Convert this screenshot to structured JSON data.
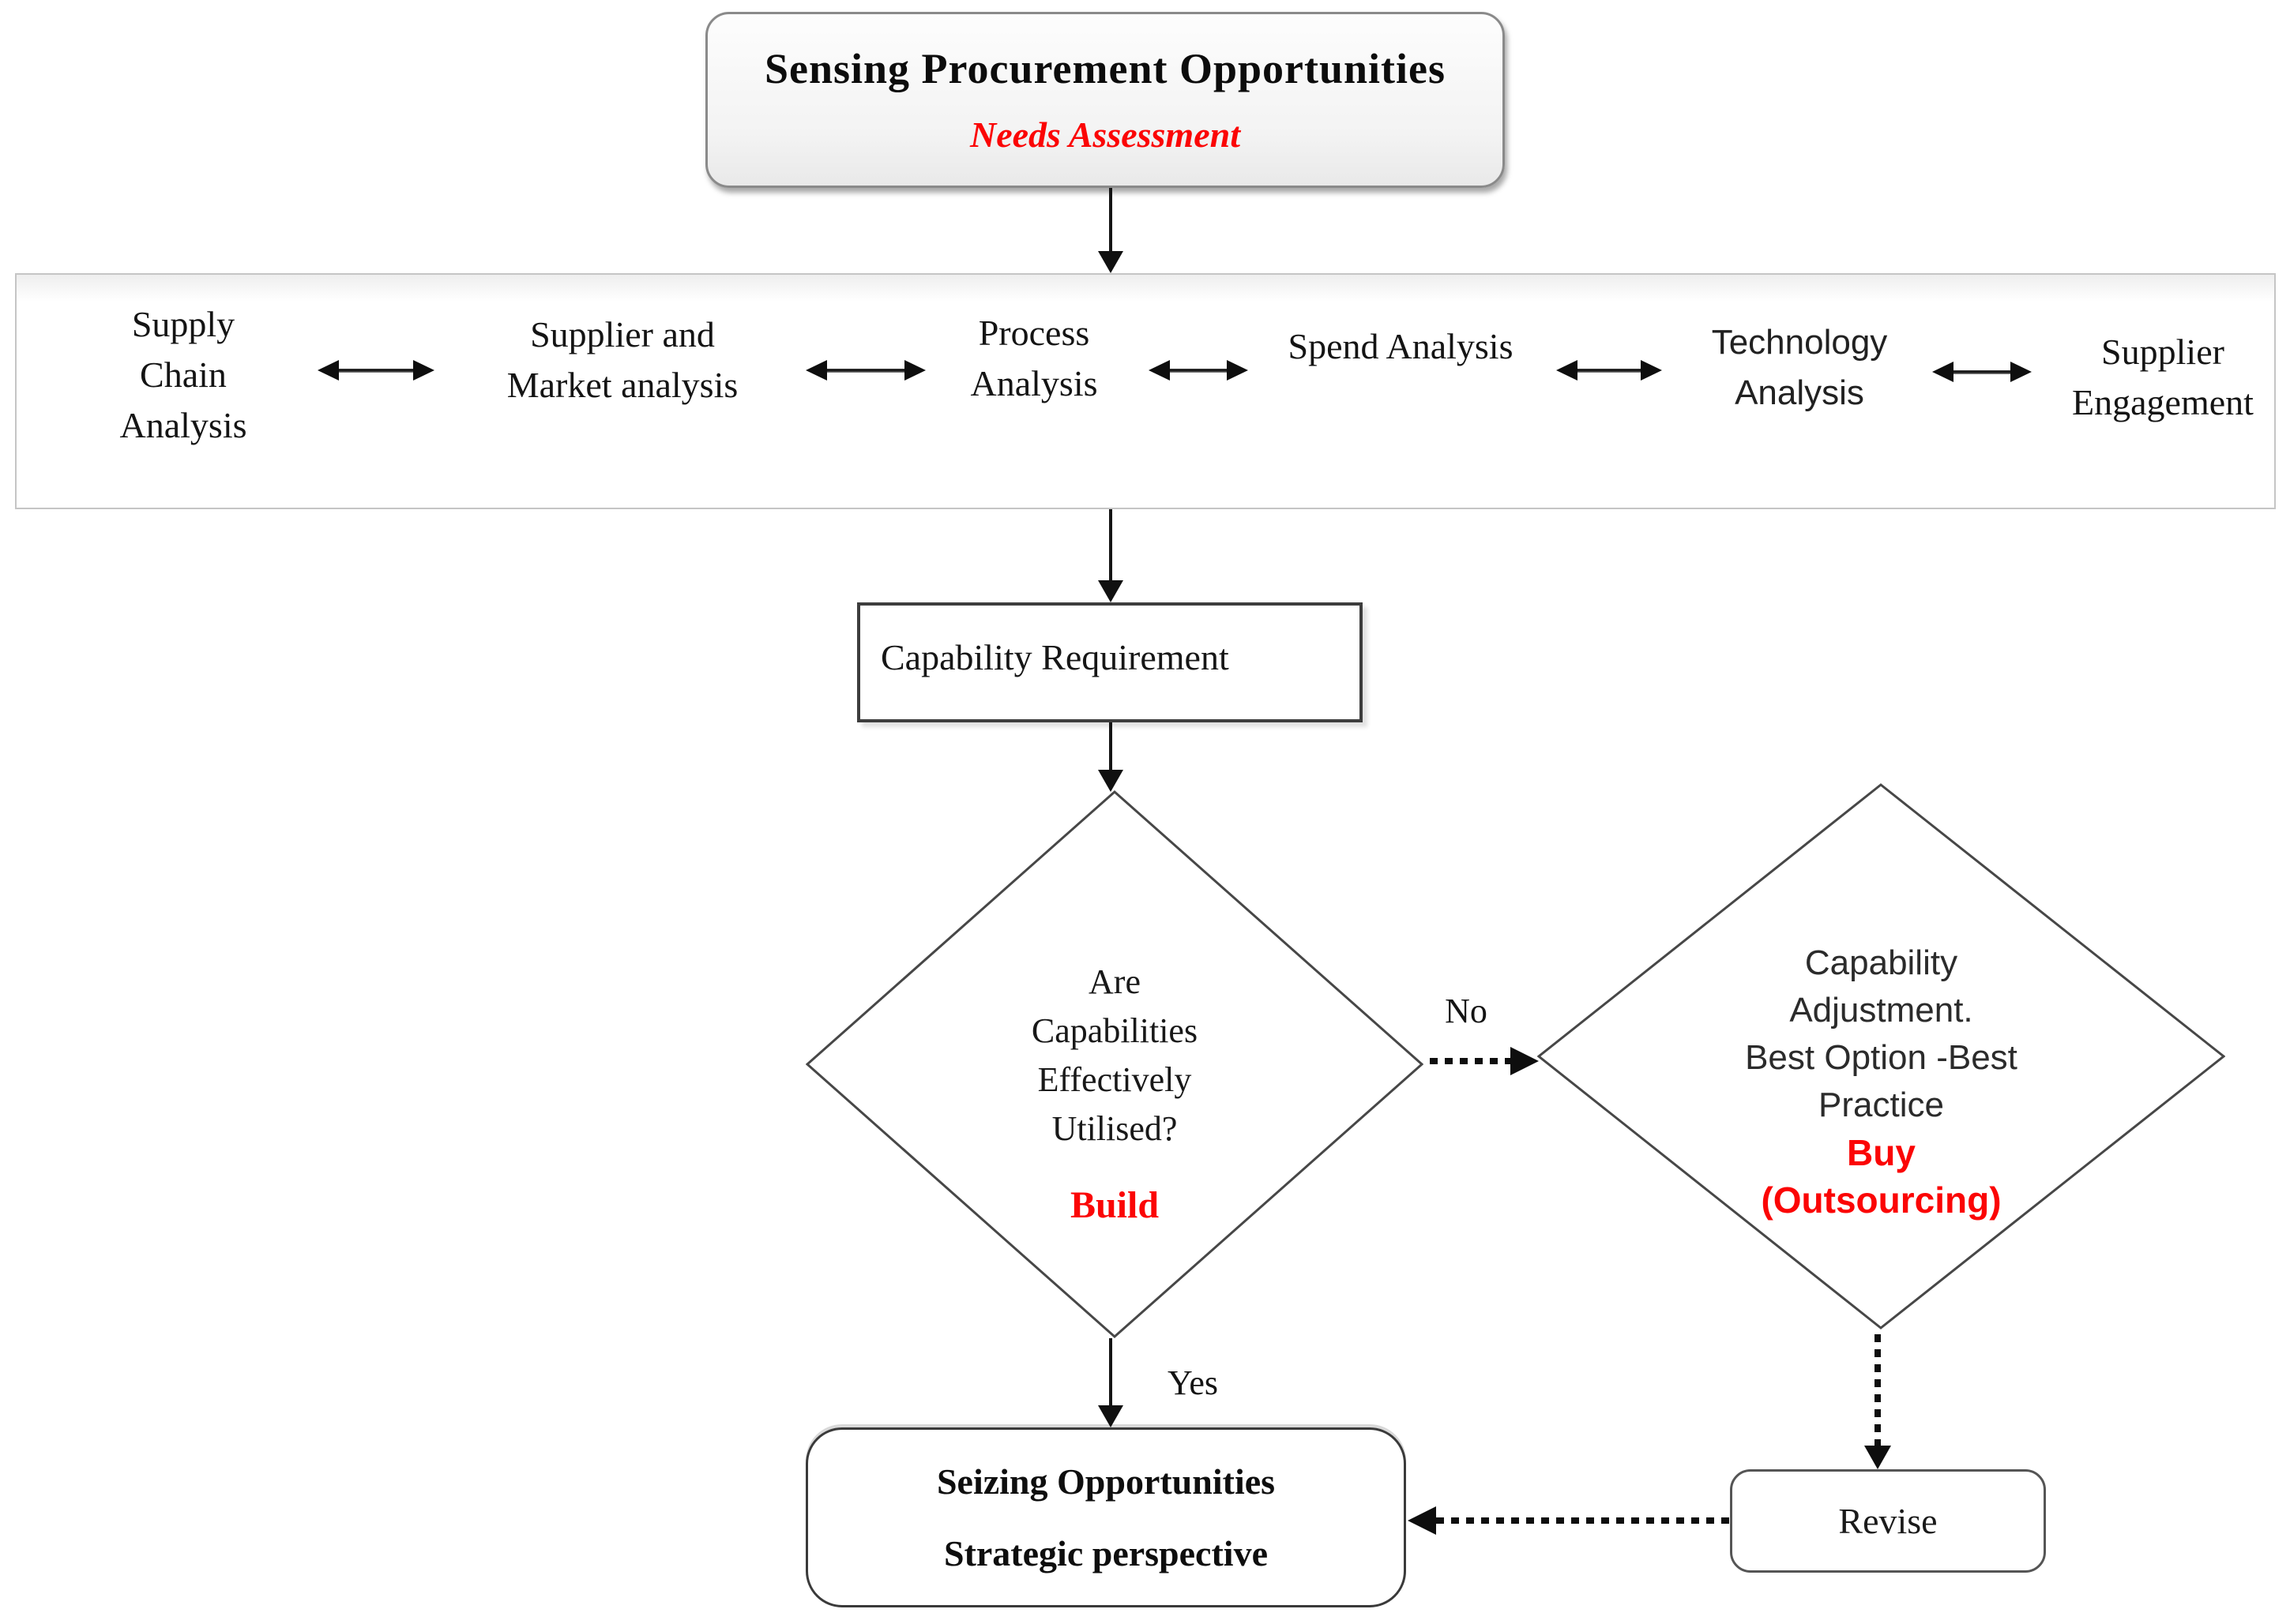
{
  "colors": {
    "accent_red": "#fb0505",
    "line_dark": "#101010",
    "diamond_stroke": "#474747",
    "band_border": "#c5c5c5",
    "title_border": "#8a8a8a"
  },
  "sensing_box": {
    "title": "Sensing Procurement Opportunities",
    "subtitle": "Needs Assessment"
  },
  "band": {
    "items": [
      {
        "label": "Supply\nChain\nAnalysis"
      },
      {
        "label": "Supplier and\nMarket analysis"
      },
      {
        "label": "Process\nAnalysis"
      },
      {
        "label": "Spend Analysis"
      },
      {
        "label": "Technology\nAnalysis"
      },
      {
        "label": "Supplier\nEngagement"
      }
    ]
  },
  "capability_box": {
    "label": "Capability Requirement"
  },
  "decision_left": {
    "question": "Are\nCapabilities\nEffectively\nUtilised?",
    "decision": "Build"
  },
  "decision_right": {
    "text": "Capability\nAdjustment.\nBest Option -Best\nPractice",
    "decision": "Buy\n(Outsourcing)"
  },
  "edges": {
    "no": "No",
    "yes": "Yes"
  },
  "seizing_box": {
    "title": "Seizing Opportunities",
    "subtitle": "Strategic perspective"
  },
  "revise_box": {
    "label": "Revise"
  }
}
